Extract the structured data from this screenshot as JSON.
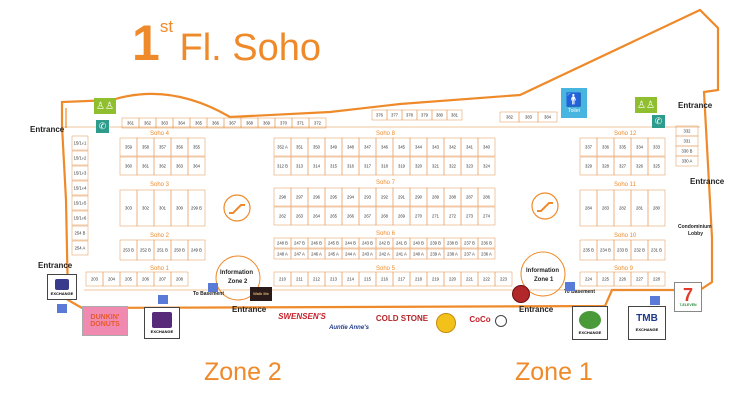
{
  "title": {
    "floor_num": "1",
    "floor_sup": "st",
    "floor_rest": "Fl. Soho"
  },
  "zones": {
    "zone2": "Zone 2",
    "zone1": "Zone 1"
  },
  "entrances": {
    "label": "Entrance"
  },
  "info": {
    "zone2_line1": "Information",
    "zone2_line2": "Zone 2",
    "zone1_line1": "Information",
    "zone1_line2": "Zone 1"
  },
  "to_basement": "To Basement",
  "toilet": "Toilet",
  "condominium": {
    "line1": "Condominium",
    "line2": "Lobby"
  },
  "soho_labels": {
    "soho1": "Soho 1",
    "soho2": "Soho 2",
    "soho3": "Soho 3",
    "soho4": "Soho 4",
    "soho5": "Soho 5",
    "soho6": "Soho 6",
    "soho7": "Soho 7",
    "soho8": "Soho 8",
    "soho9": "Soho 9",
    "soho10": "Soho 10",
    "soho11": "Soho 11",
    "soho12": "Soho 12"
  },
  "top_row": [
    "361",
    "362",
    "363",
    "364",
    "365",
    "366",
    "367",
    "368",
    "369",
    "370",
    "371",
    "372",
    "376",
    "377",
    "378",
    "379",
    "380",
    "381",
    "382",
    "383",
    "384"
  ],
  "soho4_row_a": [
    "359",
    "358",
    "357",
    "356",
    "355"
  ],
  "soho4_row_b": [
    "360",
    "361",
    "362",
    "363",
    "364"
  ],
  "soho8_row_a": [
    "352 A",
    "351",
    "350",
    "349",
    "348",
    "347",
    "346",
    "345",
    "344",
    "343",
    "342",
    "341",
    "340"
  ],
  "soho8_row_b": [
    "312 B",
    "313",
    "314",
    "315",
    "316",
    "317",
    "318",
    "319",
    "320",
    "321",
    "322",
    "323",
    "324"
  ],
  "soho12_row_a": [
    "337",
    "336",
    "335",
    "334",
    "333"
  ],
  "soho12_row_b": [
    "329",
    "328",
    "327",
    "326",
    "325"
  ],
  "soho3_row": [
    "303",
    "302",
    "301",
    "300",
    "299 B"
  ],
  "soho7_row_a": [
    "298",
    "297",
    "296",
    "295",
    "294",
    "293",
    "292",
    "291",
    "290",
    "289",
    "288",
    "287",
    "286"
  ],
  "soho7_row_b": [
    "262",
    "263",
    "264",
    "265",
    "266",
    "267",
    "268",
    "269",
    "270",
    "271",
    "272",
    "273",
    "274"
  ],
  "soho11_row": [
    "284",
    "283",
    "282",
    "281",
    "280"
  ],
  "soho2_row": [
    "253 B",
    "252 B",
    "251 B",
    "250 B",
    "249 B"
  ],
  "soho6_row_a": [
    "248 B",
    "247 B",
    "246 B",
    "245 B",
    "244 B",
    "243 B",
    "242 B",
    "241 B",
    "240 B",
    "239 B",
    "238 B",
    "237 B",
    "236 B"
  ],
  "soho6_row_b": [
    "248 A",
    "247 A",
    "246 A",
    "245 A",
    "244 A",
    "243 A",
    "242 A",
    "241 A",
    "240 A",
    "239 A",
    "238 A",
    "237 A",
    "236 A"
  ],
  "soho10_row": [
    "235 B",
    "234 B",
    "233 B",
    "232 B",
    "231 B"
  ],
  "soho1_row": [
    "203",
    "204",
    "205",
    "206",
    "207",
    "208"
  ],
  "soho5_row": [
    "210",
    "211",
    "212",
    "213",
    "214",
    "215",
    "216",
    "217",
    "218",
    "219",
    "220",
    "221",
    "222",
    "223"
  ],
  "soho9_row": [
    "224",
    "225",
    "226",
    "227",
    "228"
  ],
  "left_col": [
    "15/1ะ1",
    "15/1ะ2",
    "15/1ะ3",
    "15/1ะ4",
    "15/1ะ5",
    "15/1ะ6",
    "254 B",
    "254 A"
  ],
  "right_col": [
    "332",
    "331",
    "330 B",
    "330 A"
  ],
  "brands": {
    "exchange": "EXCHANGE",
    "dunkin": "DUNKIN' DONUTS",
    "swensens": "SWENSEN'S",
    "auntie": "Auntie Anne's",
    "coldstone": "COLD STONE",
    "coco": "CoCo",
    "tmb": "TMB",
    "seven": "7-ELEVEN",
    "walk": "Walk Me"
  },
  "colors": {
    "accent": "#ef8a2a",
    "line": "#e08a3c",
    "icon_green": "#8fbf2e",
    "icon_teal": "#2e9c8c",
    "toilet_blue": "#48b4e0"
  }
}
